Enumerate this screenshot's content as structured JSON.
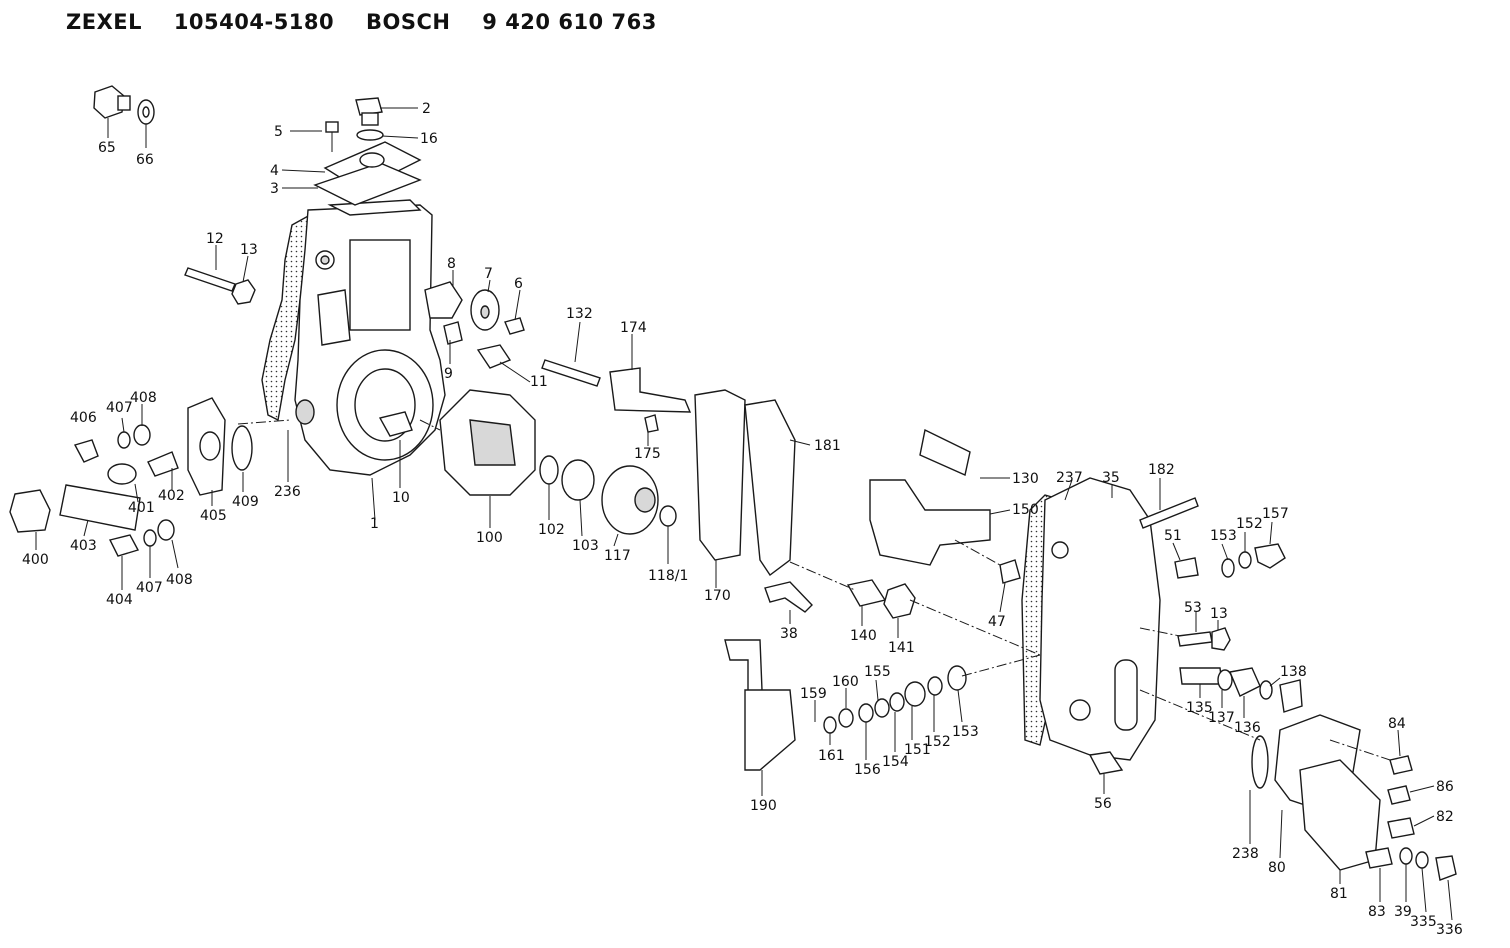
{
  "header": {
    "brand1": "ZEXEL",
    "part1": "105404-5180",
    "brand2": "BOSCH",
    "part2": "9 420 610 763"
  },
  "labels": {
    "l2": "2",
    "l16": "16",
    "l5": "5",
    "l4": "4",
    "l3": "3",
    "l65": "65",
    "l66": "66",
    "l12": "12",
    "l13a": "13",
    "l8": "8",
    "l7": "7",
    "l6": "6",
    "l9": "9",
    "l11": "11",
    "l132": "132",
    "l174": "174",
    "l175": "175",
    "l181": "181",
    "l130": "130",
    "l237": "237",
    "l35": "35",
    "l182": "182",
    "l150": "150",
    "l406": "406",
    "l407a": "407",
    "l408a": "408",
    "l409": "409",
    "l236": "236",
    "l10": "10",
    "l1": "1",
    "l402": "402",
    "l401": "401",
    "l405": "405",
    "l400": "400",
    "l403": "403",
    "l404": "404",
    "l407b": "407",
    "l408b": "408",
    "l100": "100",
    "l102": "102",
    "l103": "103",
    "l117": "117",
    "l118": "118/1",
    "l170": "170",
    "l38": "38",
    "l140": "140",
    "l141": "141",
    "l47": "47",
    "l51": "51",
    "l153a": "153",
    "l152a": "152",
    "l157": "157",
    "l53": "53",
    "l13b": "13",
    "l138": "138",
    "l135": "135",
    "l137": "137",
    "l136": "136",
    "l159": "159",
    "l160": "160",
    "l155": "155",
    "l161": "161",
    "l156": "156",
    "l154": "154",
    "l151": "151",
    "l152b": "152",
    "l153b": "153",
    "l190": "190",
    "l56": "56",
    "l84": "84",
    "l86": "86",
    "l82": "82",
    "l238": "238",
    "l80": "80",
    "l81": "81",
    "l83": "83",
    "l39": "39",
    "l335": "335",
    "l336": "336"
  }
}
